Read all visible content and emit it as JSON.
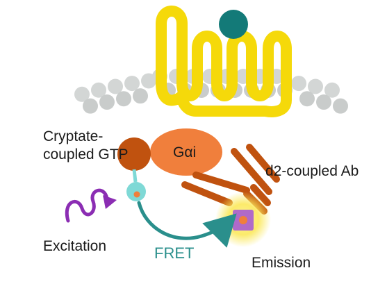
{
  "diagram": {
    "labels": {
      "cryptate_line1": "Cryptate-",
      "cryptate_line2": "coupled GTP",
      "g_alpha_i": "Gαi",
      "d2_antibody": "d2-coupled Ab",
      "excitation": "Excitation",
      "fret": "FRET",
      "emission": "Emission"
    },
    "colors": {
      "receptor": "#f5d90a",
      "ligand": "#137a78",
      "membrane_lipid": "#d3d6d5",
      "g_alpha_i": "#f07f3c",
      "gtp": "#c0520f",
      "antibody": "#c0520f",
      "donor": "#7fd9d6",
      "excitation_arrow": "#8b2db3",
      "fret_arrow": "#2a8f8c",
      "acceptor": "#b06ac9",
      "emission_glow": "#fbe85a"
    }
  }
}
